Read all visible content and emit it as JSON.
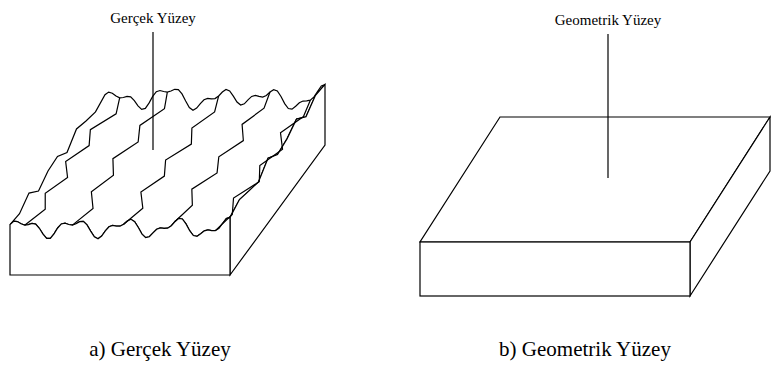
{
  "diagram": {
    "labels": [
      "Gerçek Yüzey",
      "Geometrik Yüzey",
      "a) Gerçek Yüzey",
      "b) Geometrik Yüzey"
    ]
  }
}
